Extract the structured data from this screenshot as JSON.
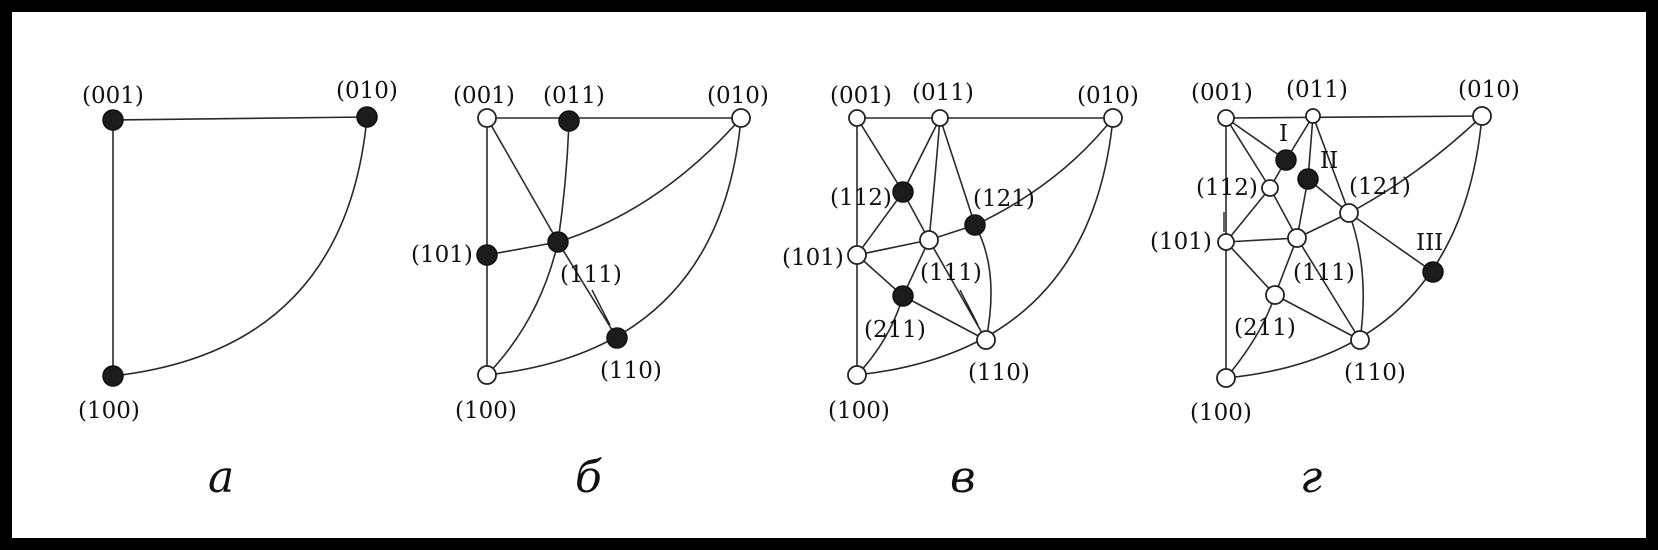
{
  "panels": [
    {
      "caption": "а",
      "labels": [
        "(001)",
        "(010)",
        "(100)"
      ]
    },
    {
      "caption": "б",
      "labels": [
        "(001)",
        "(011)",
        "(010)",
        "(101)",
        "(111)",
        "(110)",
        "(100)"
      ]
    },
    {
      "caption": "в",
      "labels": [
        "(001)",
        "(011)",
        "(010)",
        "(112)",
        "(121)",
        "(101)",
        "(111)",
        "(211)",
        "(110)",
        "(100)"
      ]
    },
    {
      "caption": "г",
      "labels": [
        "(001)",
        "(011)",
        "(010)",
        "I",
        "II",
        "(112)",
        "(121)",
        "(101)",
        "(111)",
        "III",
        "(211)",
        "(110)",
        "(100)"
      ]
    }
  ],
  "colors": {
    "frame": "#000000",
    "background": "#ffffff",
    "stroke": "#2a2a2a",
    "filled_node": "#1c1c1c"
  }
}
